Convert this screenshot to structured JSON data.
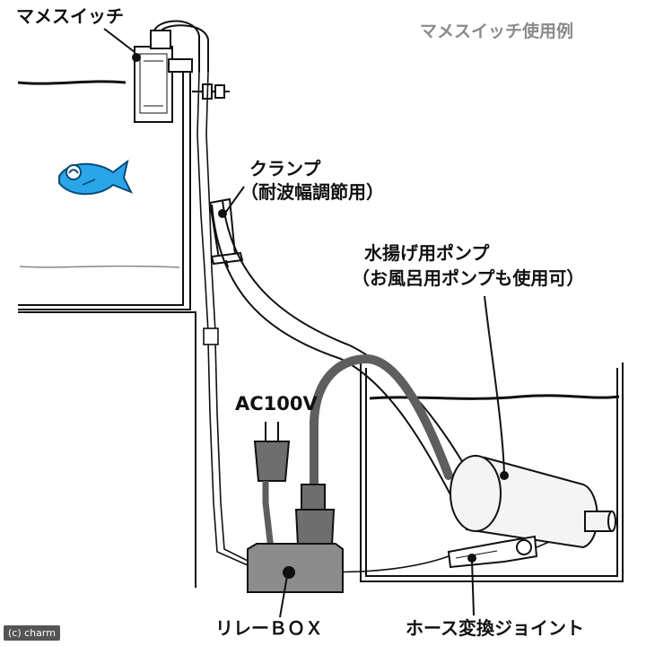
{
  "title": "マメスイッチ使用例",
  "labels": {
    "switch": "マメスイッチ",
    "clamp": "クランプ",
    "clamp_note": "（耐波幅調節用）",
    "pump": "水揚げ用ポンプ",
    "pump_note": "（お風呂用ポンプも使用可）",
    "power": "AC100V",
    "relay": "リレーＢＯＸ",
    "joint": "ホース変換ジョイント"
  },
  "copyright": "(c) charm",
  "colors": {
    "line": "#111111",
    "fish": "#2aa6e8",
    "relay_box": "#8c8c8c",
    "plug": "#6e6e6e",
    "pump_body": "#f4f4f4",
    "title_text": "#8a8a8a"
  },
  "icons": [
    "fish-icon",
    "switch-icon",
    "plug-icon",
    "socket-icon",
    "pump-icon",
    "clamp-icon",
    "joint-icon"
  ]
}
